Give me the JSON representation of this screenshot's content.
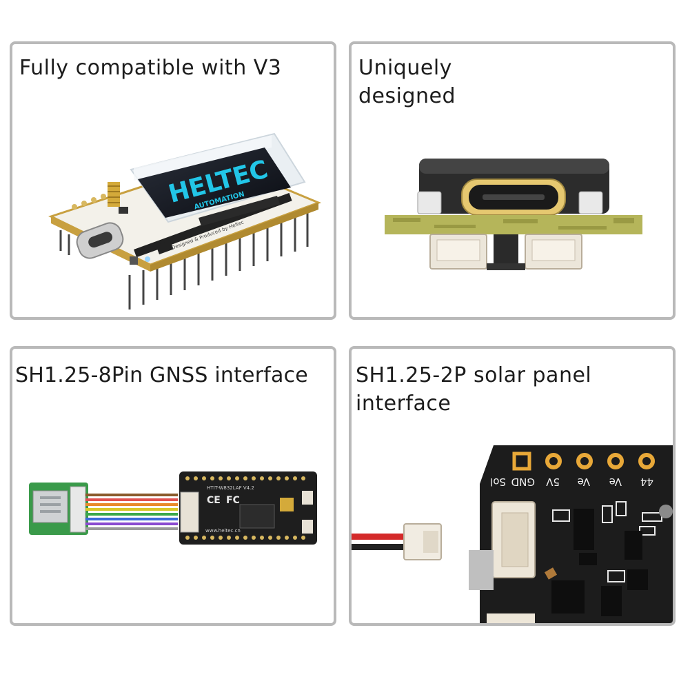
{
  "cards": [
    {
      "title": "Fully compatible with V3",
      "image": {
        "subject": "board-with-oled",
        "logo_text": "HELTEC",
        "logo_subtext": "AUTOMATION",
        "board_text": "Designed & Produced by Heltec",
        "logo_color": "#22c6e8"
      }
    },
    {
      "title": "Uniquely\ndesigned",
      "image": {
        "subject": "usb-c-side-view",
        "pcb_color": "#b5b55a"
      }
    },
    {
      "title": "SH1.25-8Pin GNSS interface",
      "image": {
        "subject": "gnss-module-cable",
        "board_model": "HTIT-W832LAF V4.2",
        "board_url": "www.heltec.cn",
        "certs": [
          "CE",
          "FC"
        ],
        "wire_colors": [
          "#8a5a2b",
          "#e05050",
          "#e88a2a",
          "#d8c82a",
          "#3aa84a",
          "#3a6ad8",
          "#8a4ad0",
          "#9a9a9a"
        ]
      }
    },
    {
      "title": "SH1.25-2P solar panel\ninterface",
      "image": {
        "subject": "solar-connector-closeup",
        "pin_labels": [
          "Sol",
          "GND",
          "5V",
          "Ve",
          "Ve",
          "44"
        ],
        "wire_colors": [
          "#d42a2a",
          "#222222"
        ]
      }
    }
  ]
}
